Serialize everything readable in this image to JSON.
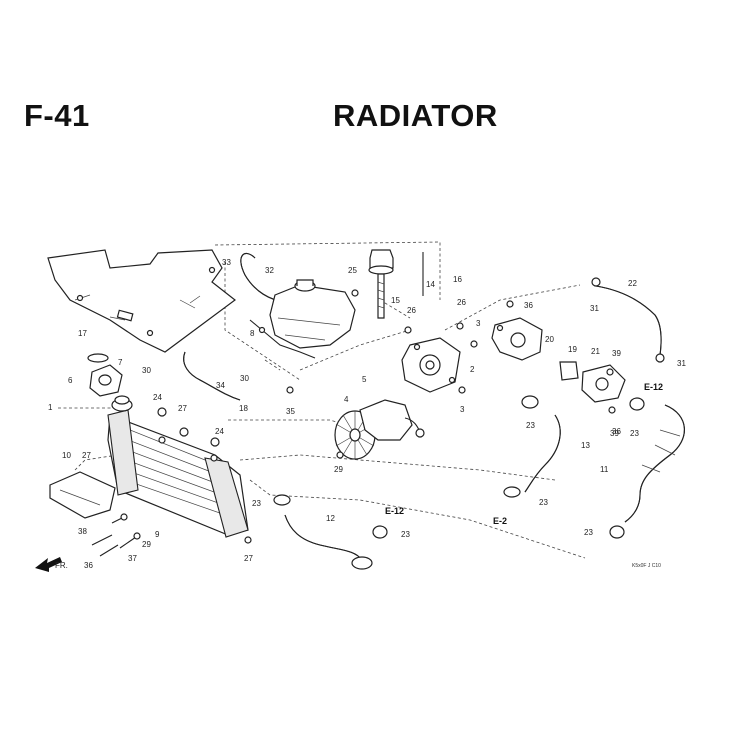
{
  "header": {
    "code": "F-41",
    "title": "RADIATOR"
  },
  "callouts": [
    "1",
    "2",
    "3",
    "3",
    "4",
    "5",
    "6",
    "7",
    "8",
    "9",
    "10",
    "11",
    "12",
    "13",
    "14",
    "15",
    "16",
    "17",
    "18",
    "19",
    "20",
    "21",
    "22",
    "23",
    "23",
    "23",
    "23",
    "23",
    "23",
    "24",
    "24",
    "25",
    "26",
    "26",
    "27",
    "27",
    "27",
    "29",
    "29",
    "30",
    "30",
    "31",
    "31",
    "32",
    "33",
    "34",
    "35",
    "36",
    "36",
    "36",
    "37",
    "38",
    "39",
    "39"
  ],
  "refs": {
    "e12_a": "E-12",
    "e12_b": "E-12",
    "e2": "E-2",
    "front": "FR."
  },
  "diagram_code": "K5x0F J C10",
  "icons": [
    "front-arrow-icon"
  ]
}
